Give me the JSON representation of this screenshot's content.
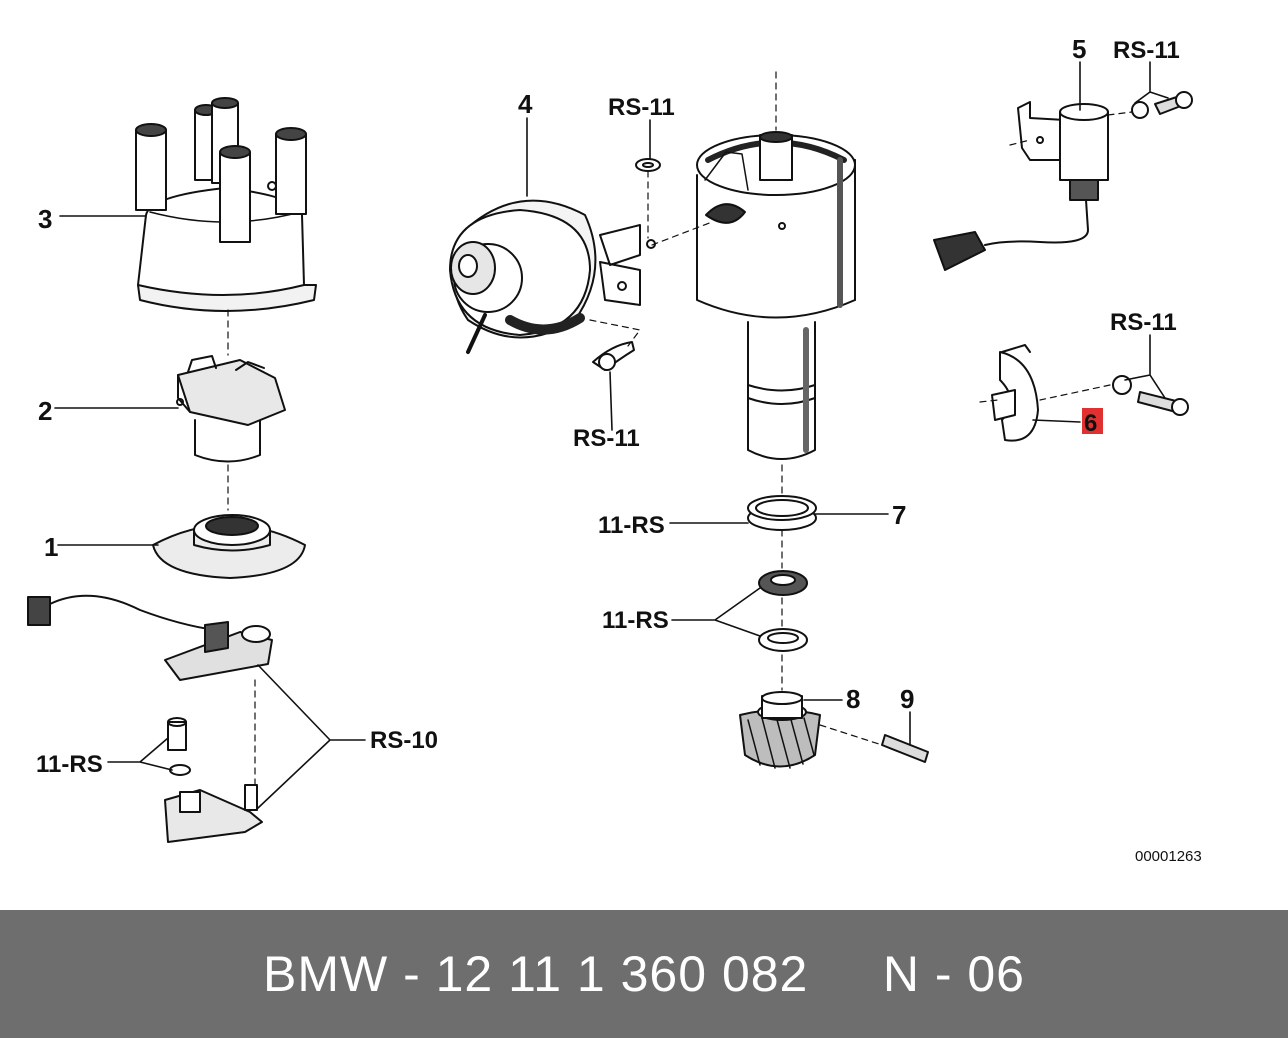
{
  "diagram": {
    "callouts": {
      "c1": "1",
      "c2": "2",
      "c3": "3",
      "c4": "4",
      "c5": "5",
      "c6": "6",
      "c7": "7",
      "c8": "8",
      "c9": "9"
    },
    "refs": {
      "rs11_a": "RS-11",
      "rs11_b": "RS-11",
      "rs11_c": "RS-11",
      "rs11_d": "RS-11",
      "rs10": "RS-10",
      "rs11_inv_a": "11-RS",
      "rs11_inv_b": "11-RS",
      "rs11_inv_c": "11-RS"
    },
    "highlight_color": "#e03030",
    "drawing_number": "00001263"
  },
  "footer": {
    "part_number_text": "BMW - 12 11 1 360 082     N - 06",
    "background_color": "#6e6e6e"
  }
}
